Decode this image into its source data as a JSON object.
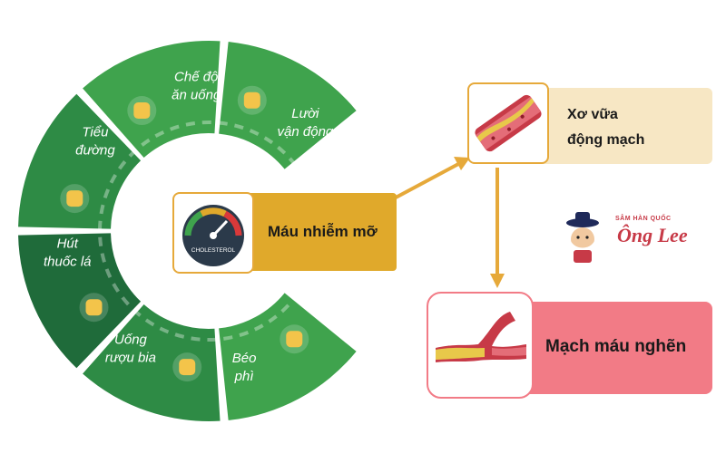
{
  "colors": {
    "green_dark": "#1f6b3a",
    "green_mid": "#2e8b45",
    "green_light": "#3fa34d",
    "gold": "#e0a92b",
    "cream": "#f7e7c4",
    "pink": "#f27b86",
    "arrow": "#e6a93a"
  },
  "segments": [
    {
      "id": "diet",
      "lines": [
        "Chế độ",
        "ăn uống"
      ],
      "icon": "burger-pizza-icon"
    },
    {
      "id": "inactivity",
      "lines": [
        "Lười",
        "vận động"
      ],
      "icon": "sleeping-person-icon"
    },
    {
      "id": "diabetes",
      "lines": [
        "Tiểu",
        "đường"
      ],
      "icon": "glucose-meter-icon"
    },
    {
      "id": "smoking",
      "lines": [
        "Hút",
        "thuốc lá"
      ],
      "icon": "cigarettes-icon"
    },
    {
      "id": "alcohol",
      "lines": [
        "Uống",
        "rượu bia"
      ],
      "icon": "beer-mug-icon"
    },
    {
      "id": "obesity",
      "lines": [
        "Béo",
        "phì"
      ],
      "icon": "obese-person-icon"
    }
  ],
  "center_box": {
    "label": "Máu nhiễm mỡ",
    "icon": "cholesterol-gauge-icon",
    "gauge_text": "CHOLESTEROL"
  },
  "atherosclerosis_box": {
    "lines": [
      "Xơ vữa",
      "động mạch"
    ],
    "icon": "artery-plaque-icon"
  },
  "blocked_box": {
    "label": "Mạch máu nghẽn",
    "icon": "blocked-vessel-icon"
  },
  "brand": {
    "top_text": "SÂM HÀN QUỐC",
    "name": "Ông Lee",
    "icon": "ong-lee-mascot-icon"
  }
}
